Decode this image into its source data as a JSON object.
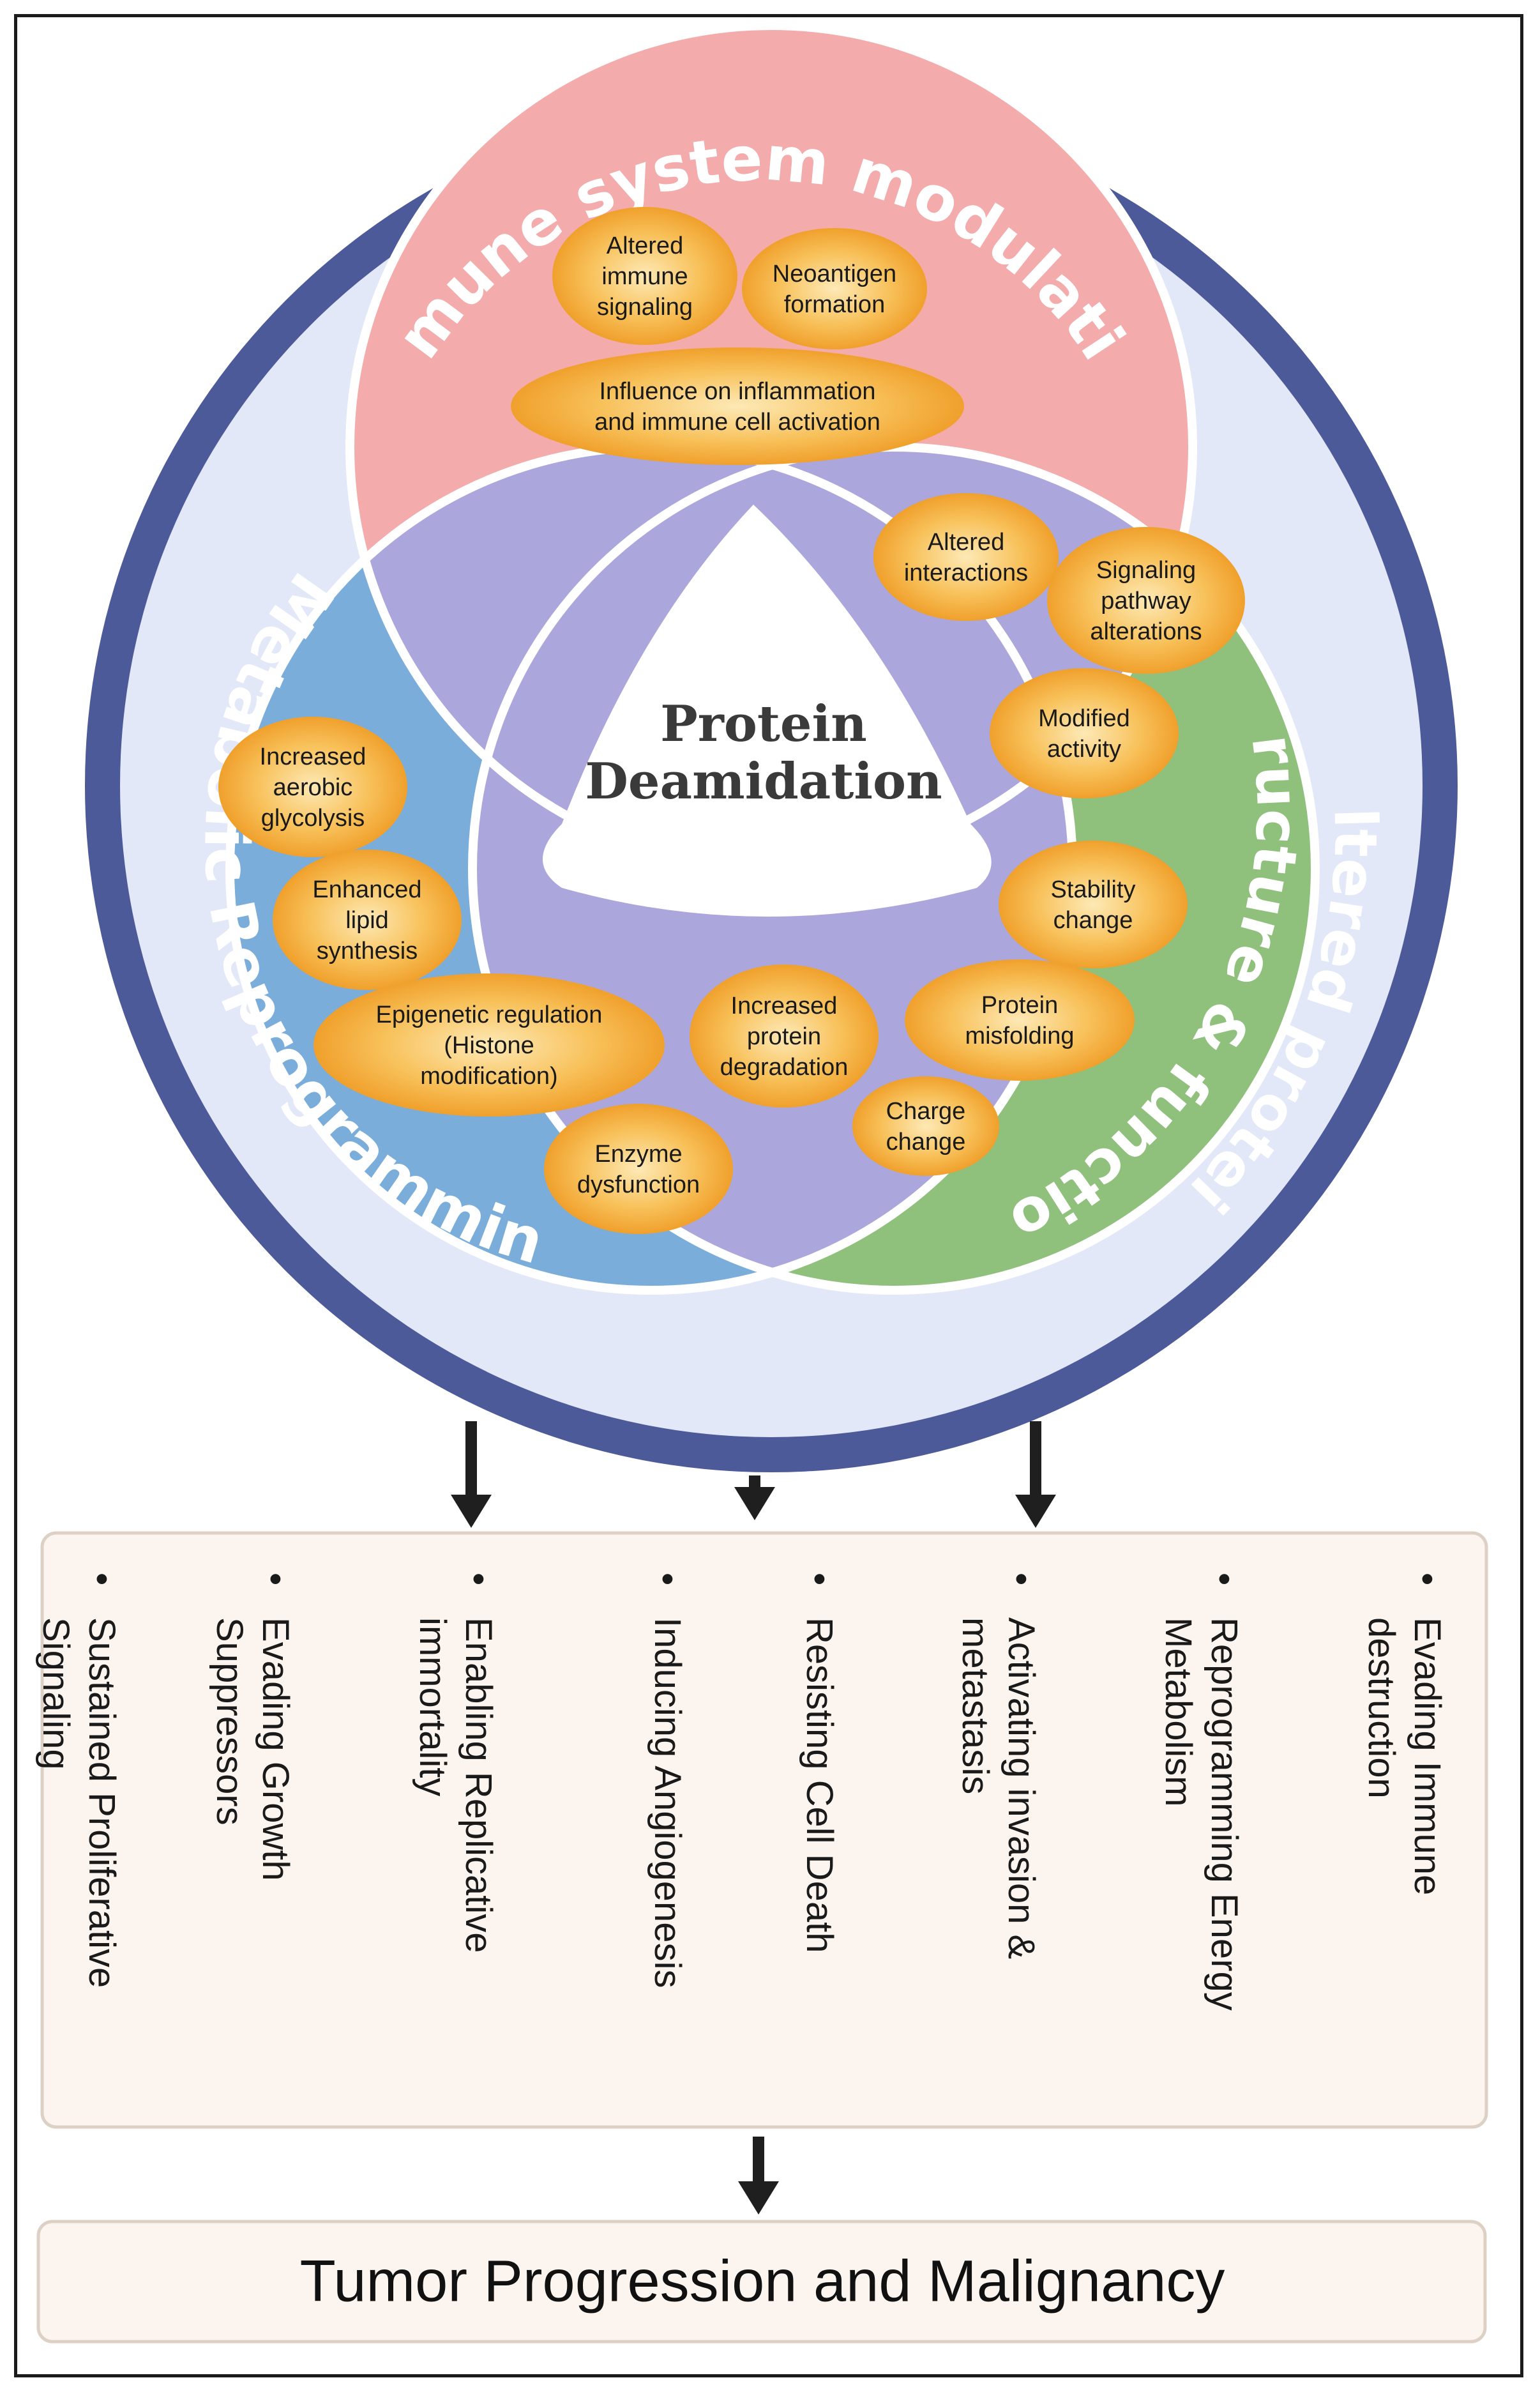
{
  "center": {
    "line1": "Protein",
    "line2": "Deamidation"
  },
  "regions": {
    "immune": {
      "label": "Immune system modulation",
      "color": "#f4abac"
    },
    "metabolic": {
      "label": "Metabolic Reprogramming",
      "color": "#7aadda"
    },
    "protein_line1": "Altered protein",
    "protein_line2": "structure & function",
    "protein_color": "#8fc07c",
    "overlap_color": "#aba7dc",
    "ring_color": "#4c5a9a",
    "background_color": "#e3e8f8"
  },
  "bubbles": {
    "immune": [
      {
        "lines": [
          "Altered",
          "immune",
          "signaling"
        ]
      },
      {
        "lines": [
          "Neoantigen",
          "formation"
        ]
      },
      {
        "lines": [
          "Influence on inflammation",
          "and immune cell activation"
        ]
      }
    ],
    "protein": [
      {
        "lines": [
          "Altered",
          "interactions"
        ]
      },
      {
        "lines": [
          "Signaling",
          "pathway",
          "alterations"
        ]
      },
      {
        "lines": [
          "Modified",
          "activity"
        ]
      },
      {
        "lines": [
          "Stability",
          "change"
        ]
      },
      {
        "lines": [
          "Protein",
          "misfolding"
        ]
      },
      {
        "lines": [
          "Charge",
          "change"
        ]
      }
    ],
    "metabolic": [
      {
        "lines": [
          "Increased",
          "aerobic",
          "glycolysis"
        ]
      },
      {
        "lines": [
          "Enhanced",
          "lipid",
          "synthesis"
        ]
      },
      {
        "lines": [
          "Epigenetic regulation",
          "(Histone",
          "modification)"
        ]
      },
      {
        "lines": [
          "Enzyme",
          "dysfunction"
        ]
      }
    ],
    "overlap": [
      {
        "lines": [
          "Increased",
          "protein",
          "degradation"
        ]
      }
    ]
  },
  "hallmarks": [
    {
      "lines": [
        "Sustained Proliferative",
        "Signaling"
      ]
    },
    {
      "lines": [
        "Evading Growth",
        "Suppressors"
      ]
    },
    {
      "lines": [
        "Enabling Replicative",
        "immortality"
      ]
    },
    {
      "lines": [
        "Inducing Angiogenesis"
      ]
    },
    {
      "lines": [
        "Resisting Cell Death"
      ]
    },
    {
      "lines": [
        "Activating invasion &",
        "metastasis"
      ]
    },
    {
      "lines": [
        "Reprogramming Energy",
        "Metabolism"
      ]
    },
    {
      "lines": [
        "Evading Immune",
        "destruction"
      ]
    }
  ],
  "result": "Tumor Progression and Malignancy",
  "bullet": "•"
}
